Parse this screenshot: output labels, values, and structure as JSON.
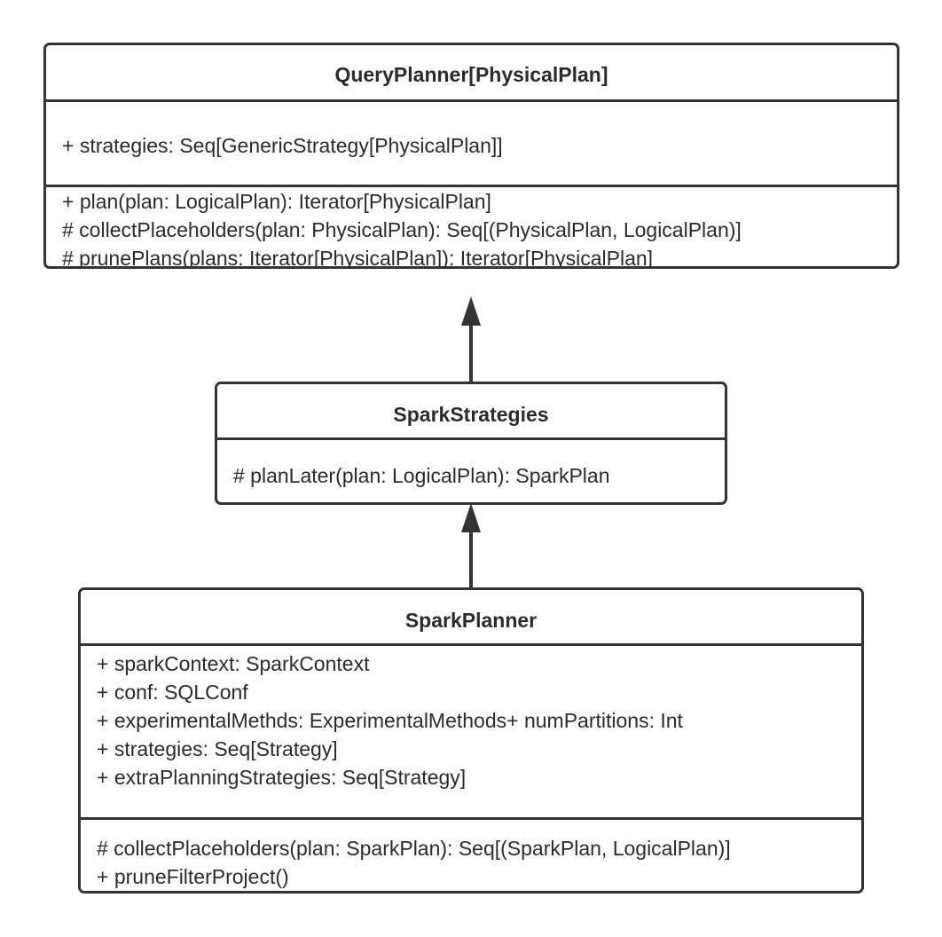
{
  "classes": {
    "query_planner": {
      "name": "QueryPlanner[PhysicalPlan]",
      "attributes": [
        "+ strategies: Seq[GenericStrategy[PhysicalPlan]]"
      ],
      "operations": [
        "+ plan(plan: LogicalPlan): Iterator[PhysicalPlan]",
        "# collectPlaceholders(plan: PhysicalPlan): Seq[(PhysicalPlan, LogicalPlan)]",
        "# prunePlans(plans: Iterator[PhysicalPlan]): Iterator[PhysicalPlan]"
      ]
    },
    "spark_strategies": {
      "name": "SparkStrategies",
      "operations": [
        "# planLater(plan: LogicalPlan): SparkPlan"
      ]
    },
    "spark_planner": {
      "name": "SparkPlanner",
      "attributes": [
        "+ sparkContext: SparkContext",
        "+ conf: SQLConf",
        "+ experimentalMethds: ExperimentalMethods+ numPartitions: Int",
        "+ strategies: Seq[Strategy]",
        "+ extraPlanningStrategies: Seq[Strategy]"
      ],
      "operations": [
        "# collectPlaceholders(plan: SparkPlan): Seq[(SparkPlan, LogicalPlan)]",
        "+ pruneFilterProject()"
      ]
    }
  },
  "relations": [
    {
      "type": "inheritance",
      "from": "SparkStrategies",
      "to": "QueryPlanner[PhysicalPlan]"
    },
    {
      "type": "inheritance",
      "from": "SparkPlanner",
      "to": "SparkStrategies"
    }
  ]
}
